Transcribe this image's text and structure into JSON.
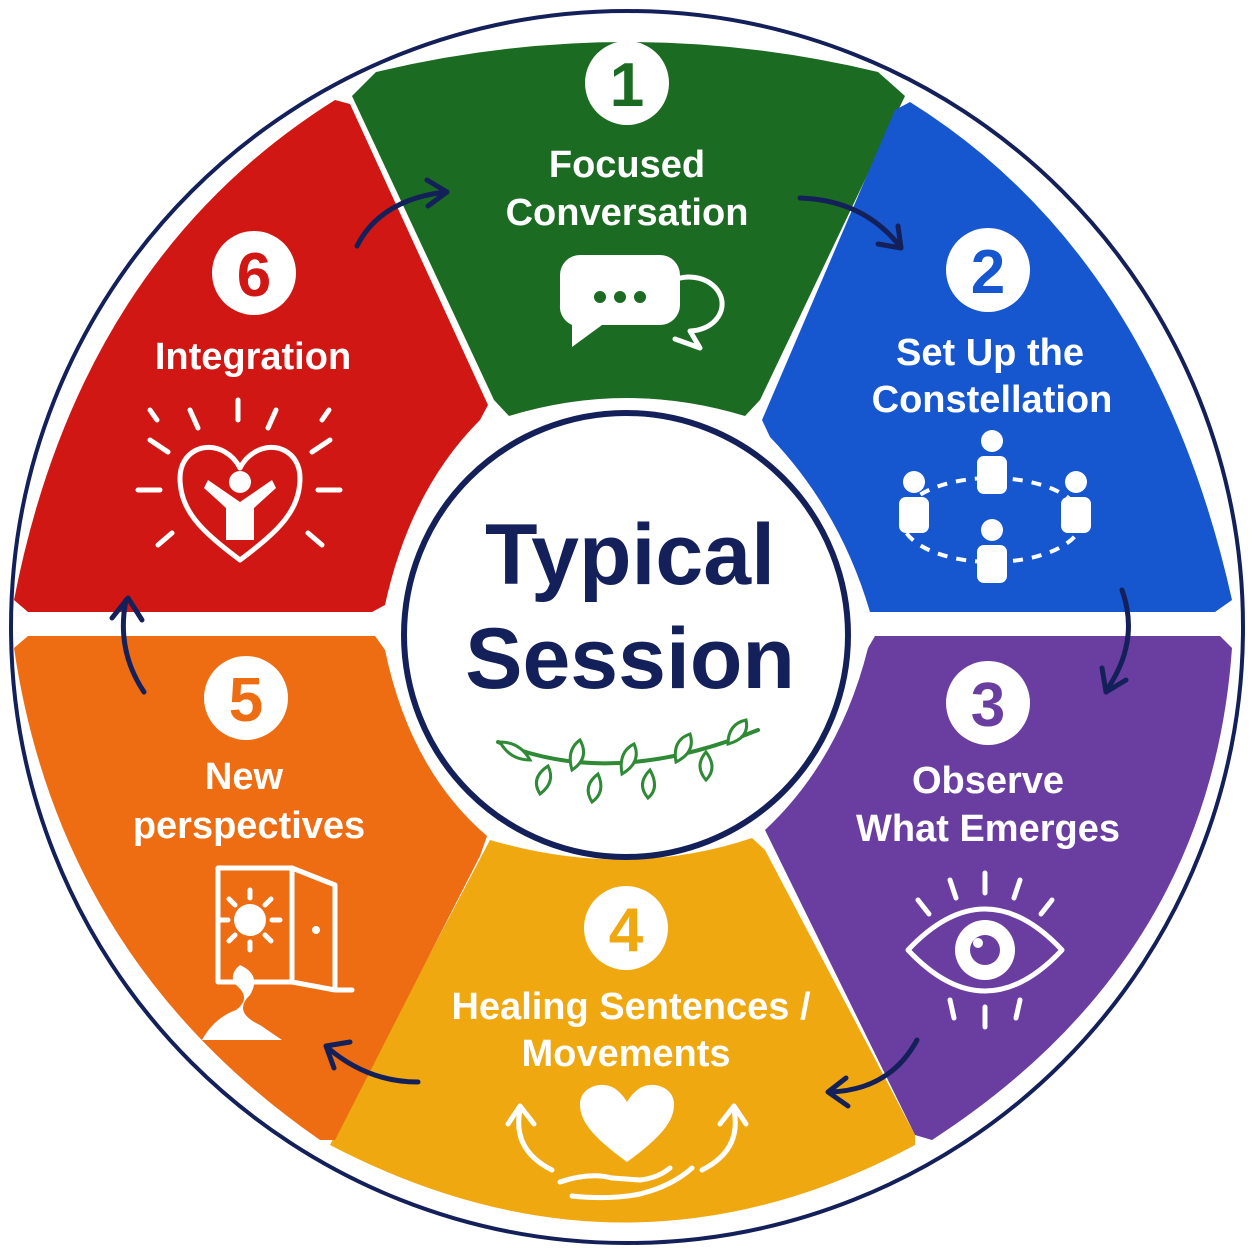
{
  "center": {
    "line1": "Typical",
    "line2": "Session"
  },
  "steps": [
    {
      "number": "1",
      "line1": "Focused",
      "line2": "Conversation",
      "color": "#1c6b23",
      "icon": "chat-bubbles-icon"
    },
    {
      "number": "2",
      "line1": "Set Up the",
      "line2": "Constellation",
      "color": "#1656cf",
      "icon": "people-circle-icon"
    },
    {
      "number": "3",
      "line1": "Observe",
      "line2": "What Emerges",
      "color": "#6a3ea1",
      "icon": "eye-icon"
    },
    {
      "number": "4",
      "line1": "Healing Sentences /",
      "line2": "Movements",
      "color": "#f0a810",
      "icon": "heart-hand-icon"
    },
    {
      "number": "5",
      "line1": "New",
      "line2": "perspectives",
      "color": "#ee6c12",
      "icon": "sun-door-path-icon"
    },
    {
      "number": "6",
      "line1": "Integration",
      "line2": "",
      "color": "#d01714",
      "icon": "radiant-heart-person-icon"
    }
  ],
  "colors": {
    "outline": "#14205a",
    "center_fill": "#ffffff",
    "leaf": "#2f8a36"
  }
}
